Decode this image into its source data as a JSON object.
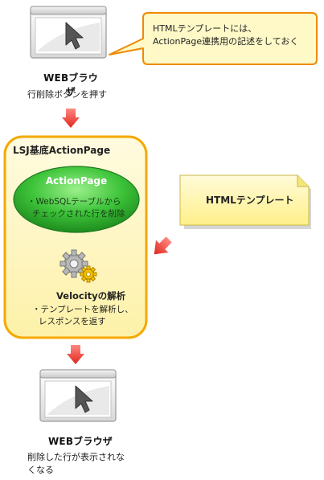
{
  "browser_top": {
    "label": "WEBブラウザ",
    "caption": "行削除ボタンを押す"
  },
  "callout": {
    "line1": "HTMLテンプレートには、",
    "line2": "ActionPage連携用の記述をしておく"
  },
  "action_page_box": {
    "title": "LSJ基底ActionPage",
    "action_page": {
      "title": "ActionPage",
      "line1": "・WebSQLテーブルから",
      "line2": "チェックされた行を削除"
    },
    "velocity": {
      "title": "Velocityの解析",
      "line1": "・テンプレートを解析し、",
      "line2": "レスポンスを返す"
    }
  },
  "html_template": {
    "label": "HTMLテンプレート"
  },
  "browser_bottom": {
    "label": "WEBブラウザ",
    "caption_line1": "削除した行が表示されな",
    "caption_line2": "くなる"
  },
  "colors": {
    "box_border": "#f5a800",
    "box_fill": "#fef8c0",
    "callout_border": "#f08a00",
    "callout_fill": "#fff9c8",
    "green_fill": "#33bb33",
    "arrow_red": "#e8322c",
    "doc_fill": "#fff4a0"
  },
  "icons": [
    "browser-cursor-icon",
    "gears-icon",
    "arrow-down-icon",
    "arrow-diagonal-icon",
    "document-icon"
  ]
}
